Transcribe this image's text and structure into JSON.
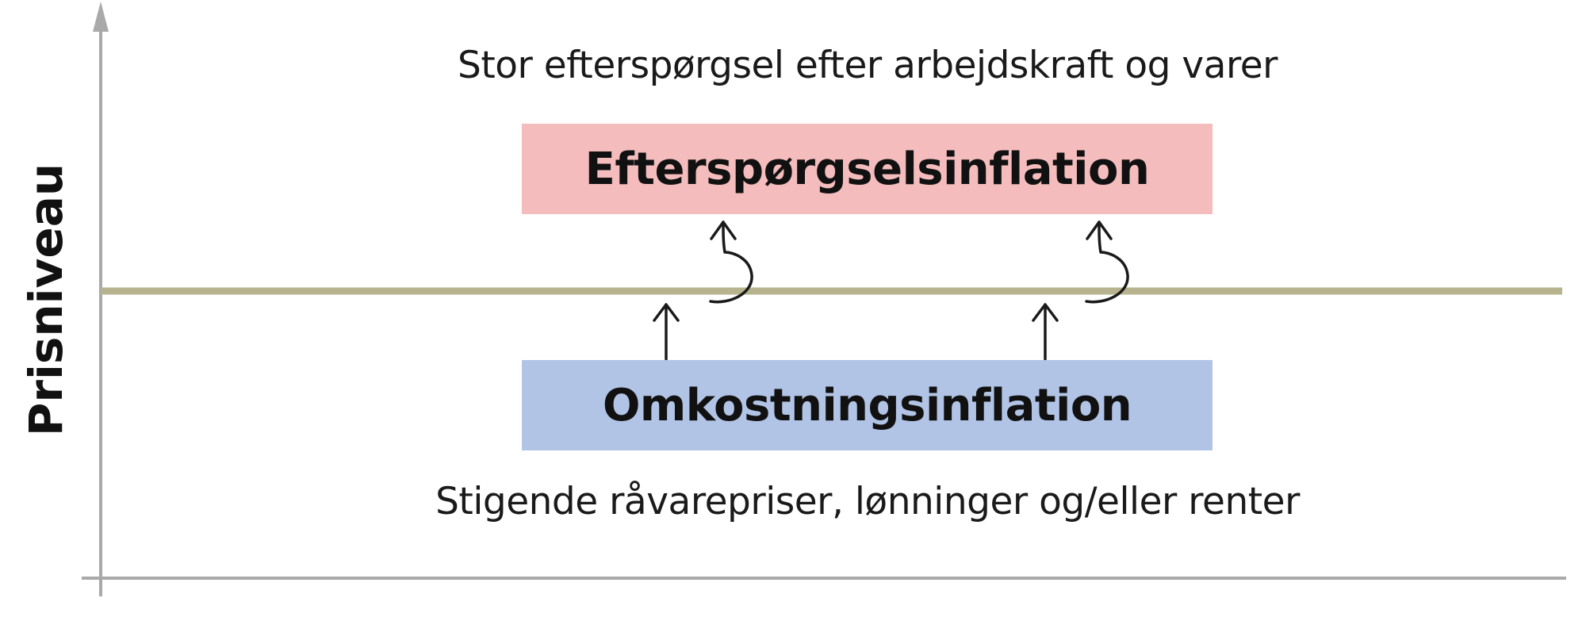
{
  "y_axis_label": "Prisniveau",
  "top_caption": "Stor efterspørgsel efter arbejdskraft og varer",
  "bottom_caption": "Stigende råvarepriser, lønninger og/eller renter",
  "demand_box": {
    "label": "Efterspørgselsinflation",
    "color": "#f5bcbd"
  },
  "cost_box": {
    "label": "Omkostningsinflation",
    "color": "#b1c4e6"
  },
  "colors": {
    "axis": "#a9a9a9",
    "price_level_line": "#b7b38e",
    "arrows": "#1a1a1a"
  }
}
